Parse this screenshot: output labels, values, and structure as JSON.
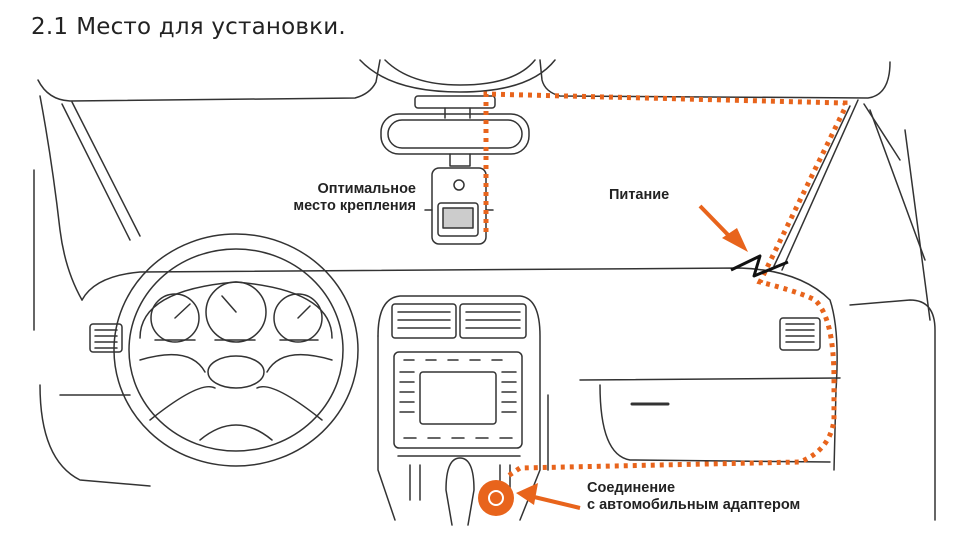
{
  "heading": {
    "number": "2.1",
    "title": "Место для установки."
  },
  "labels": {
    "mount_line1": "Оптимальное",
    "mount_line2": "место крепления",
    "power": "Питание",
    "adapter_line1": "Соединение",
    "adapter_line2": "с автомобильным адаптером"
  },
  "colors": {
    "accent": "#e8641c",
    "line": "#333333"
  }
}
